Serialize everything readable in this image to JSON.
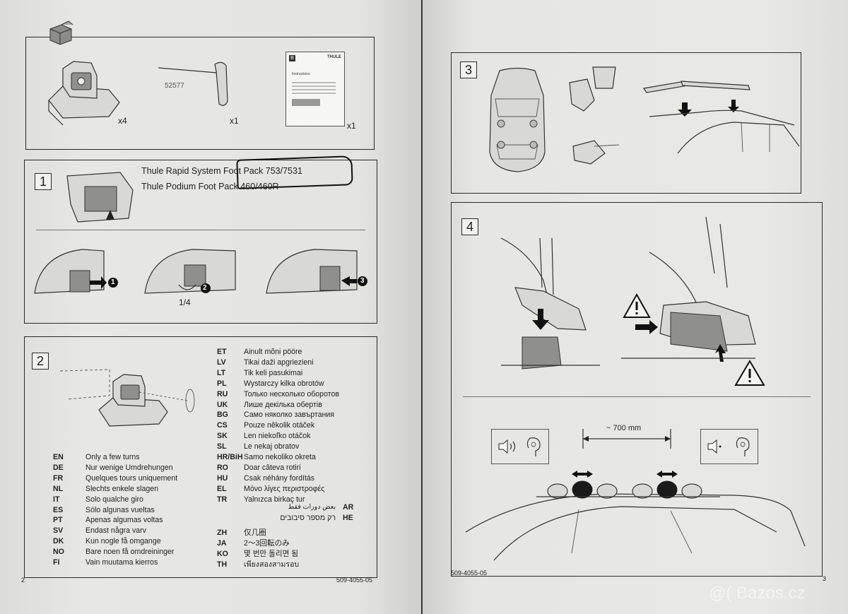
{
  "left": {
    "contents": {
      "part_number": "52577",
      "qty_foot": "x4",
      "qty_tool": "x1",
      "qty_manual": "x1",
      "manual_logo": "THULE",
      "manual_letter": "B",
      "manual_title": "Instructions"
    },
    "step1": {
      "number": "1",
      "title_line1": "Thule Rapid System Foot Pack 753/7531",
      "title_line2": "Thule Podium Foot Pack 460/460R",
      "markers": [
        "1",
        "2",
        "3"
      ],
      "fraction": "1/4"
    },
    "step2": {
      "number": "2",
      "languages_left": [
        {
          "code": "EN",
          "text": "Only a few turns"
        },
        {
          "code": "DE",
          "text": "Nur wenige Umdrehungen"
        },
        {
          "code": "FR",
          "text": "Quelques tours uniquement"
        },
        {
          "code": "NL",
          "text": "Slechts enkele slagen"
        },
        {
          "code": "IT",
          "text": "Solo qualche giro"
        },
        {
          "code": "ES",
          "text": "Sólo algunas vueltas"
        },
        {
          "code": "PT",
          "text": "Apenas algumas voltas"
        },
        {
          "code": "SV",
          "text": "Endast några varv"
        },
        {
          "code": "DK",
          "text": "Kun nogle få omgange"
        },
        {
          "code": "NO",
          "text": "Bare noen få omdreininger"
        },
        {
          "code": "FI",
          "text": "Vain muutama kierros"
        }
      ],
      "languages_right": [
        {
          "code": "ET",
          "text": "Ainult mõni pööre"
        },
        {
          "code": "LV",
          "text": "Tikai daži apgriezieni"
        },
        {
          "code": "LT",
          "text": "Tik keli pasukimai"
        },
        {
          "code": "PL",
          "text": "Wystarczy kilka obrotów"
        },
        {
          "code": "RU",
          "text": "Только несколько оборотов"
        },
        {
          "code": "UK",
          "text": "Лише декілька обертів"
        },
        {
          "code": "BG",
          "text": "Само няколко завъртания"
        },
        {
          "code": "CS",
          "text": "Pouze několik otáček"
        },
        {
          "code": "SK",
          "text": "Len niekoľko otáčok"
        },
        {
          "code": "SL",
          "text": "Le nekaj obratov"
        },
        {
          "code": "HR/BiH",
          "text": "Samo nekoliko okreta"
        },
        {
          "code": "RO",
          "text": "Doar câteva rotiri"
        },
        {
          "code": "HU",
          "text": "Csak néhány fordítás"
        },
        {
          "code": "EL",
          "text": "Μόνο λίγες περιστροφές"
        },
        {
          "code": "TR",
          "text": "Yalnızca birkaç tur"
        }
      ],
      "languages_rtl": [
        {
          "code": "AR",
          "text": "بعض دورات فقط"
        },
        {
          "code": "HE",
          "text": "רק מספר סיבובים"
        }
      ],
      "languages_asian": [
        {
          "code": "ZH",
          "text": "仅几圈"
        },
        {
          "code": "JA",
          "text": "2～3回転のみ"
        },
        {
          "code": "KO",
          "text": "몇 번만 돌리면 됨"
        },
        {
          "code": "TH",
          "text": "เพียงสองสามรอบ"
        }
      ]
    },
    "page_number": "2",
    "doc_code": "509-4055-05"
  },
  "right": {
    "step3": {
      "number": "3"
    },
    "step4": {
      "number": "4",
      "distance": "~ 700 mm"
    },
    "page_number": "3",
    "doc_code": "509-4055-05"
  },
  "watermark": "@( Bazos.cz"
}
